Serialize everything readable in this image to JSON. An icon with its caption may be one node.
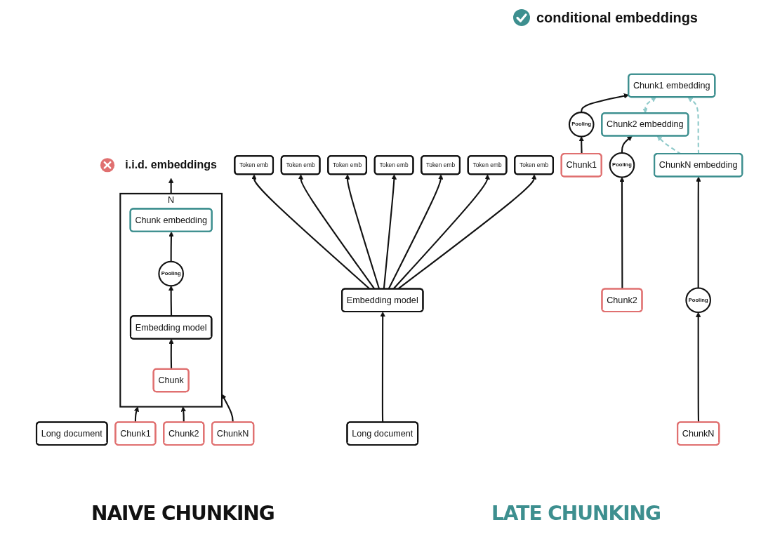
{
  "diagram": {
    "nodes": [
      {
        "text": [
          "Long document"
        ]
      },
      {
        "text": [
          "Chunk1"
        ]
      },
      {
        "text": [
          "Chunk2"
        ]
      },
      {
        "text": [
          "ChunkN"
        ]
      },
      {
        "text": [
          "N"
        ]
      },
      {
        "text": [
          "Chunk"
        ],
        "in": 4
      },
      {
        "text": [
          "Embedding model"
        ],
        "in": 4
      },
      {
        "text": [
          "Pooling"
        ],
        "in": 4
      },
      {
        "text": [
          "Chunk embedding"
        ],
        "in": 4
      },
      {
        "text": [
          "i.i.d. embeddings"
        ]
      },
      {
        "text": [
          "Long document"
        ]
      },
      {
        "text": [
          "Embedding model"
        ]
      },
      {
        "text": [
          "Token emb"
        ]
      },
      {
        "text": [
          "Token emb"
        ]
      },
      {
        "text": [
          "Token emb"
        ]
      },
      {
        "text": [
          "Token emb"
        ]
      },
      {
        "text": [
          "Token emb"
        ]
      },
      {
        "text": [
          "Token emb"
        ]
      },
      {
        "text": [
          "Token emb"
        ]
      },
      {
        "text": [
          "Chunk1"
        ]
      },
      {
        "text": [
          "Chunk2"
        ]
      },
      {
        "text": [
          "ChunkN"
        ]
      },
      {
        "text": [
          "Pooling"
        ]
      },
      {
        "text": [
          "Pooling"
        ]
      },
      {
        "text": [
          "Pooling"
        ]
      },
      {
        "text": [
          "Chunk1 embedding"
        ]
      },
      {
        "text": [
          "Chunk2 embedding"
        ]
      },
      {
        "text": [
          "ChunkN embedding"
        ]
      }
    ],
    "edges": [
      {
        "from": 1,
        "to": 4,
        "arrow": "to"
      },
      {
        "from": 2,
        "to": 4,
        "arrow": "to"
      },
      {
        "from": 3,
        "to": 4,
        "arrow": "to"
      },
      {
        "from": 5,
        "to": 6,
        "arrow": "to"
      },
      {
        "from": 6,
        "to": 7,
        "arrow": "to"
      },
      {
        "from": 7,
        "to": 8,
        "arrow": "to"
      },
      {
        "from": 4,
        "to": 9,
        "arrow": "to"
      },
      {
        "from": 10,
        "to": 11,
        "arrow": "to"
      },
      {
        "from": 11,
        "to": 12,
        "arrow": "to"
      },
      {
        "from": 11,
        "to": 13,
        "arrow": "to"
      },
      {
        "from": 11,
        "to": 14,
        "arrow": "to"
      },
      {
        "from": 11,
        "to": 15,
        "arrow": "to"
      },
      {
        "from": 11,
        "to": 16,
        "arrow": "to"
      },
      {
        "from": 11,
        "to": 17,
        "arrow": "to"
      },
      {
        "from": 11,
        "to": 18,
        "arrow": "to"
      },
      {
        "from": 19,
        "to": 22,
        "arrow": "to"
      },
      {
        "from": 20,
        "to": 23,
        "arrow": "to"
      },
      {
        "from": 21,
        "to": 24,
        "arrow": "to"
      },
      {
        "from": 22,
        "to": 25,
        "arrow": "to"
      },
      {
        "from": 23,
        "to": 26,
        "arrow": "to"
      },
      {
        "from": 24,
        "to": 27,
        "arrow": "to"
      },
      {
        "from": 26,
        "to": 25,
        "arrow": "both",
        "style": "dashed",
        "color": "#8fcaca"
      },
      {
        "from": 27,
        "to": 25,
        "arrow": "to",
        "style": "dashed",
        "color": "#8fcaca"
      },
      {
        "from": 27,
        "to": 26,
        "arrow": "to",
        "style": "dashed",
        "color": "#8fcaca"
      }
    ],
    "labels": [
      "conditional embeddings",
      "NAIVE CHUNKING",
      "LATE CHUNKING"
    ]
  }
}
